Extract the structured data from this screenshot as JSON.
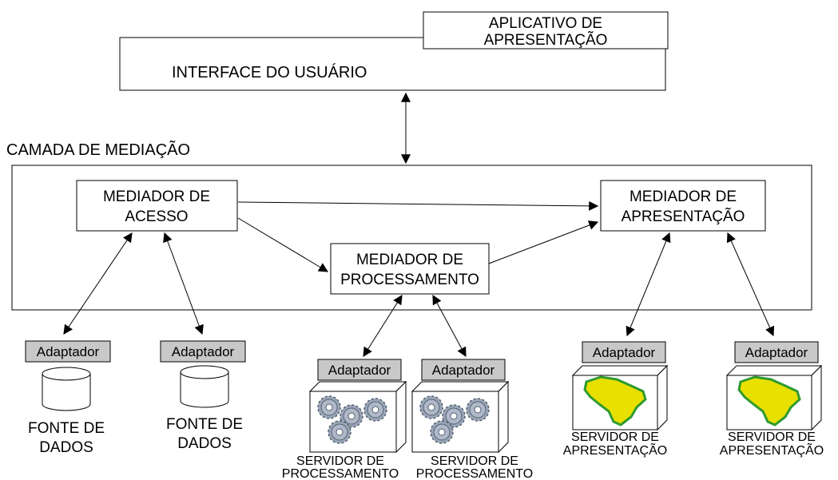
{
  "top": {
    "app_label_line1": "APLICATIVO DE",
    "app_label_line2": "APRESENTAÇÃO",
    "interface_label": "INTERFACE DO USUÁRIO"
  },
  "mediation": {
    "title": "CAMADA DE MEDIAÇÃO",
    "access": {
      "line1": "MEDIADOR DE",
      "line2": "ACESSO"
    },
    "processing": {
      "line1": "MEDIADOR DE",
      "line2": "PROCESSAMENTO"
    },
    "presentation": {
      "line1": "MEDIADOR DE",
      "line2": "APRESENTAÇÃO"
    }
  },
  "adapters": {
    "label": "Adaptador"
  },
  "sources": [
    {
      "line1": "FONTE DE",
      "line2": "DADOS"
    },
    {
      "line1": "FONTE DE",
      "line2": "DADOS"
    }
  ],
  "processing_servers": [
    {
      "line1": "SERVIDOR DE",
      "line2": "PROCESSAMENTO"
    },
    {
      "line1": "SERVIDOR DE",
      "line2": "PROCESSAMENTO"
    }
  ],
  "presentation_servers": [
    {
      "line1": "SERVIDOR DE",
      "line2": "APRESENTAÇÃO"
    },
    {
      "line1": "SERVIDOR DE",
      "line2": "APRESENTAÇÃO"
    }
  ],
  "colors": {
    "adapter_fill": "#c8c8c8",
    "gear_fill": "#9aa6b8",
    "map_green": "#2f9a2f",
    "map_yellow": "#e8e000",
    "line": "#000000"
  },
  "icons": [
    "database-cylinder-icon",
    "gears-icon",
    "brazil-map-icon"
  ]
}
